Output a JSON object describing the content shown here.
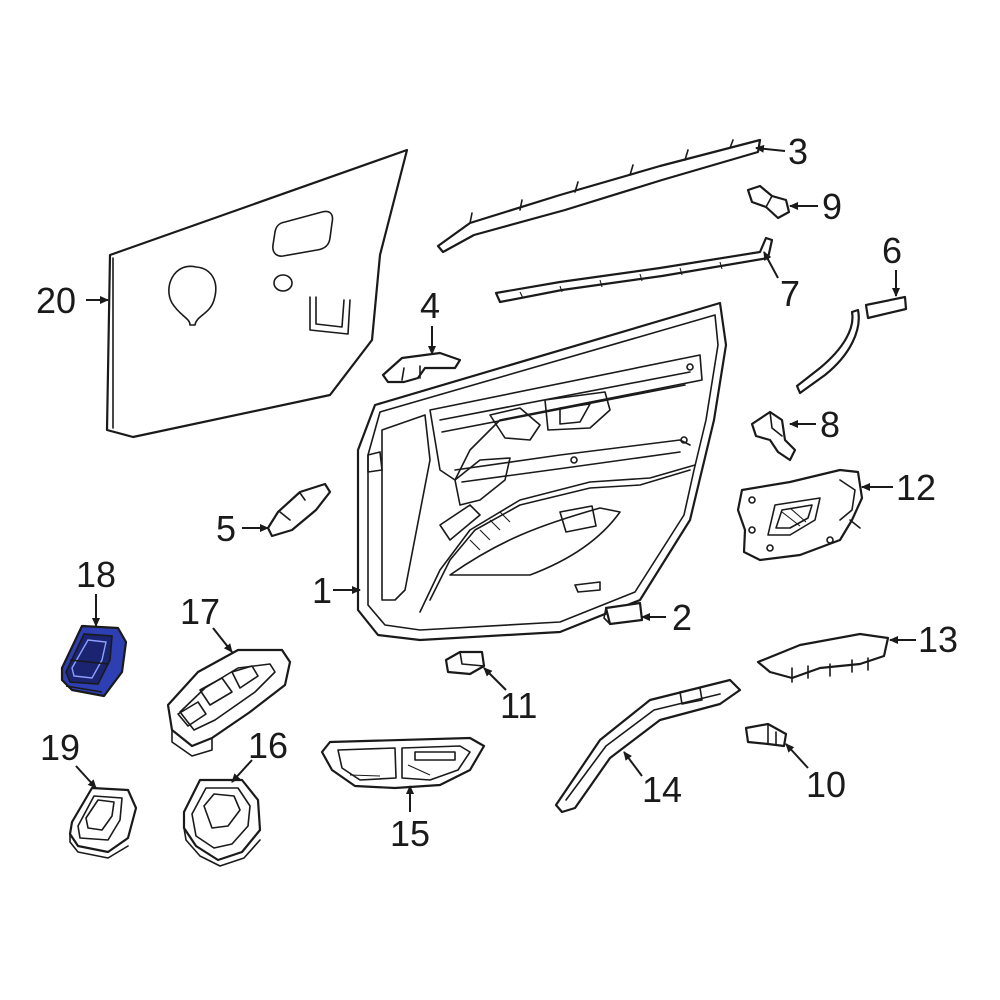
{
  "diagram": {
    "callouts": {
      "c1": "1",
      "c2": "2",
      "c3": "3",
      "c4": "4",
      "c5": "5",
      "c6": "6",
      "c7": "7",
      "c8": "8",
      "c9": "9",
      "c10": "10",
      "c11": "11",
      "c12": "12",
      "c13": "13",
      "c14": "14",
      "c15": "15",
      "c16": "16",
      "c17": "17",
      "c18": "18",
      "c19": "19",
      "c20": "20"
    },
    "highlight_part": "18",
    "colors": {
      "highlight_fill": "#2e3fb3",
      "highlight_dark": "#1b2470",
      "line": "#1a1a1a",
      "background": "#ffffff"
    },
    "icons": {
      "arrowhead": "arrowhead-icon"
    }
  }
}
